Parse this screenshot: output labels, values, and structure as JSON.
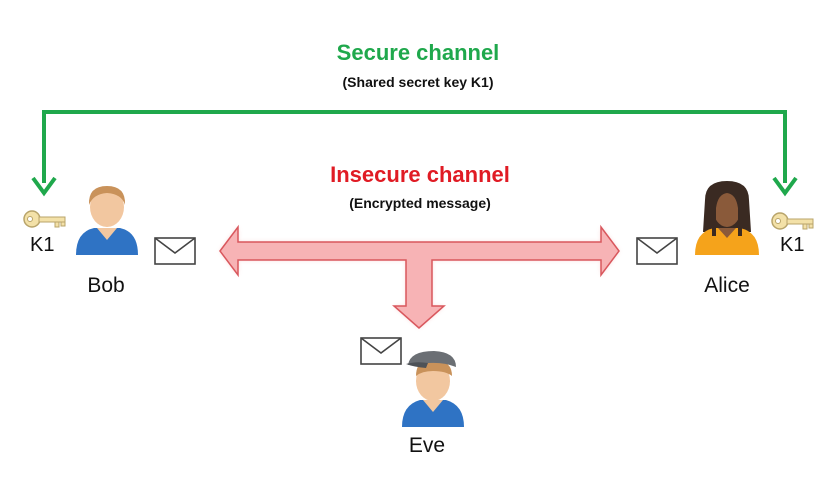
{
  "secure_channel": {
    "title": "Secure channel",
    "subtitle": "(Shared secret key K1)",
    "color": "#1fa84c"
  },
  "insecure_channel": {
    "title": "Insecure channel",
    "subtitle": "(Encrypted message)",
    "color": "#e01b24",
    "arrow_fill": "#f7b3b5",
    "arrow_stroke": "#d9575d"
  },
  "participants": {
    "bob": {
      "name": "Bob",
      "key": "K1",
      "icon": "user-icon"
    },
    "alice": {
      "name": "Alice",
      "key": "K1",
      "icon": "female-user-icon"
    },
    "eve": {
      "name": "Eve",
      "icon": "user-with-cap-icon"
    }
  }
}
